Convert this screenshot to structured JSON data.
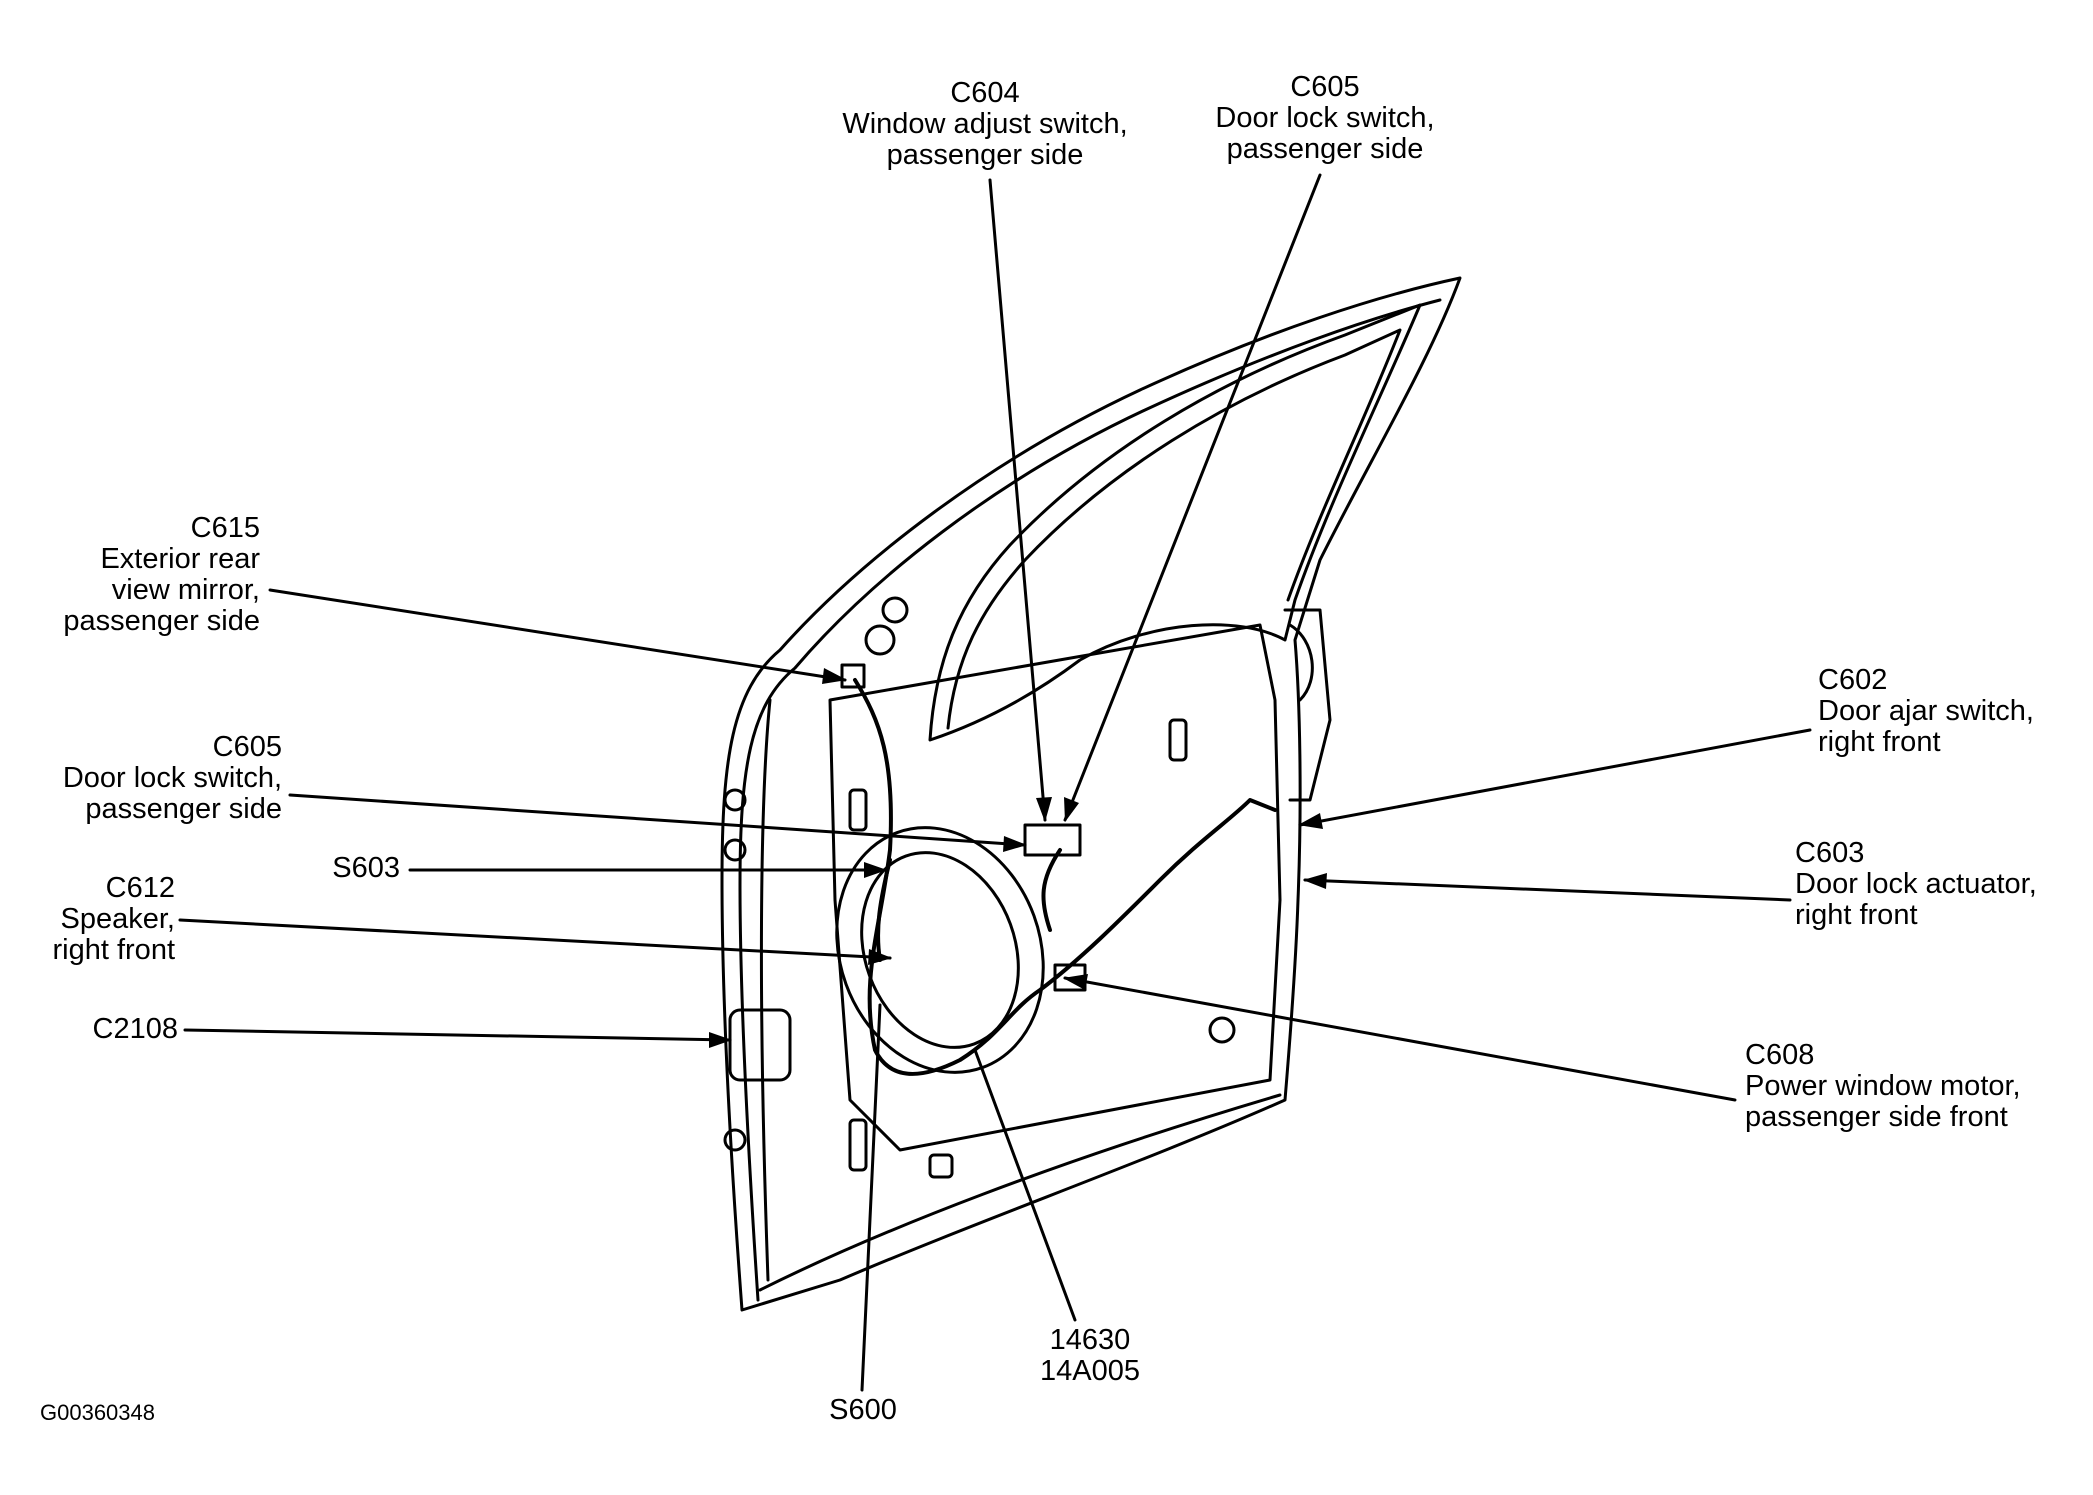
{
  "figure_id": "G00360348",
  "callouts": {
    "c604": {
      "code": "C604",
      "line1": "Window adjust switch,",
      "line2": "passenger side"
    },
    "c605_top": {
      "code": "C605",
      "line1": "Door lock switch,",
      "line2": "passenger side"
    },
    "c615": {
      "code": "C615",
      "line1": "Exterior rear",
      "line2": "view mirror,",
      "line3": "passenger side"
    },
    "c605_left": {
      "code": "C605",
      "line1": "Door lock switch,",
      "line2": "passenger side"
    },
    "s603": {
      "code": "S603"
    },
    "c612": {
      "code": "C612",
      "line1": "Speaker,",
      "line2": "right front"
    },
    "c2108": {
      "code": "C2108"
    },
    "c602": {
      "code": "C602",
      "line1": "Door ajar switch,",
      "line2": "right front"
    },
    "c603": {
      "code": "C603",
      "line1": "Door lock actuator,",
      "line2": "right front"
    },
    "c608": {
      "code": "C608",
      "line1": "Power window motor,",
      "line2": "passenger side front"
    },
    "harness": {
      "code1": "14630",
      "code2": "14A005"
    },
    "s600": {
      "code": "S600"
    }
  },
  "colors": {
    "ink": "#000000",
    "background": "#ffffff"
  }
}
